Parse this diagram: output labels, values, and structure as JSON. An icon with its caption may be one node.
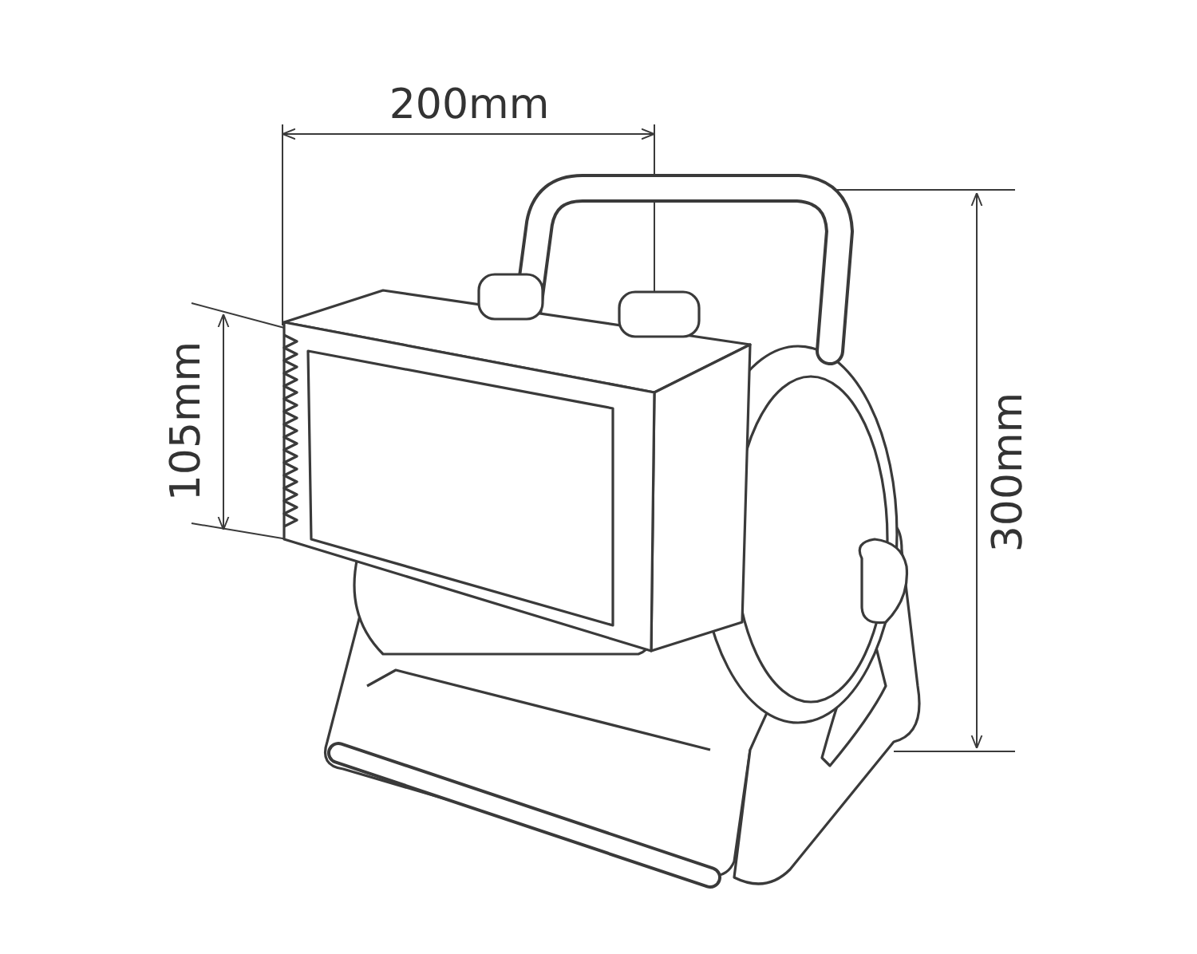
{
  "diagram": {
    "labels": [
      "200mm",
      "105mm",
      "300mm"
    ]
  }
}
